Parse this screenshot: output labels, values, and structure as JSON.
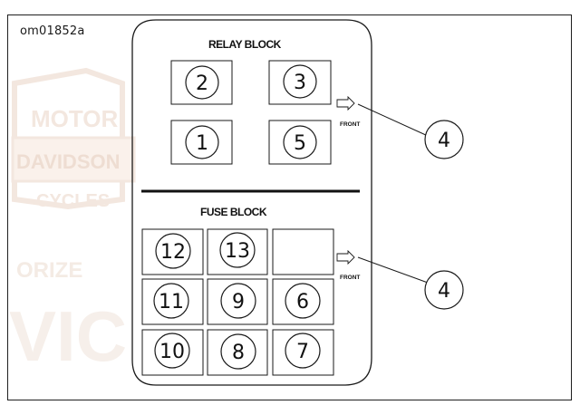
{
  "figure_id": "om01852a",
  "relay_block": {
    "title": "RELAY BLOCK",
    "front_label": "FRONT",
    "slots": [
      {
        "number": "2",
        "empty": false
      },
      {
        "number": "3",
        "empty": false
      },
      {
        "number": "1",
        "empty": false
      },
      {
        "number": "5",
        "empty": false
      }
    ],
    "callout": "4"
  },
  "fuse_block": {
    "title": "FUSE BLOCK",
    "front_label": "FRONT",
    "slots": [
      {
        "number": "12",
        "empty": false
      },
      {
        "number": "13",
        "empty": false
      },
      {
        "number": "",
        "empty": true
      },
      {
        "number": "11",
        "empty": false
      },
      {
        "number": "9",
        "empty": false
      },
      {
        "number": "6",
        "empty": false
      },
      {
        "number": "10",
        "empty": false
      },
      {
        "number": "8",
        "empty": false
      },
      {
        "number": "7",
        "empty": false
      }
    ],
    "callout": "4"
  },
  "watermark": {
    "texts": [
      "MOTOR",
      "DAVIDSON",
      "CYCLES",
      "ORIZE",
      "VIC"
    ],
    "color": "#f3e7df"
  }
}
